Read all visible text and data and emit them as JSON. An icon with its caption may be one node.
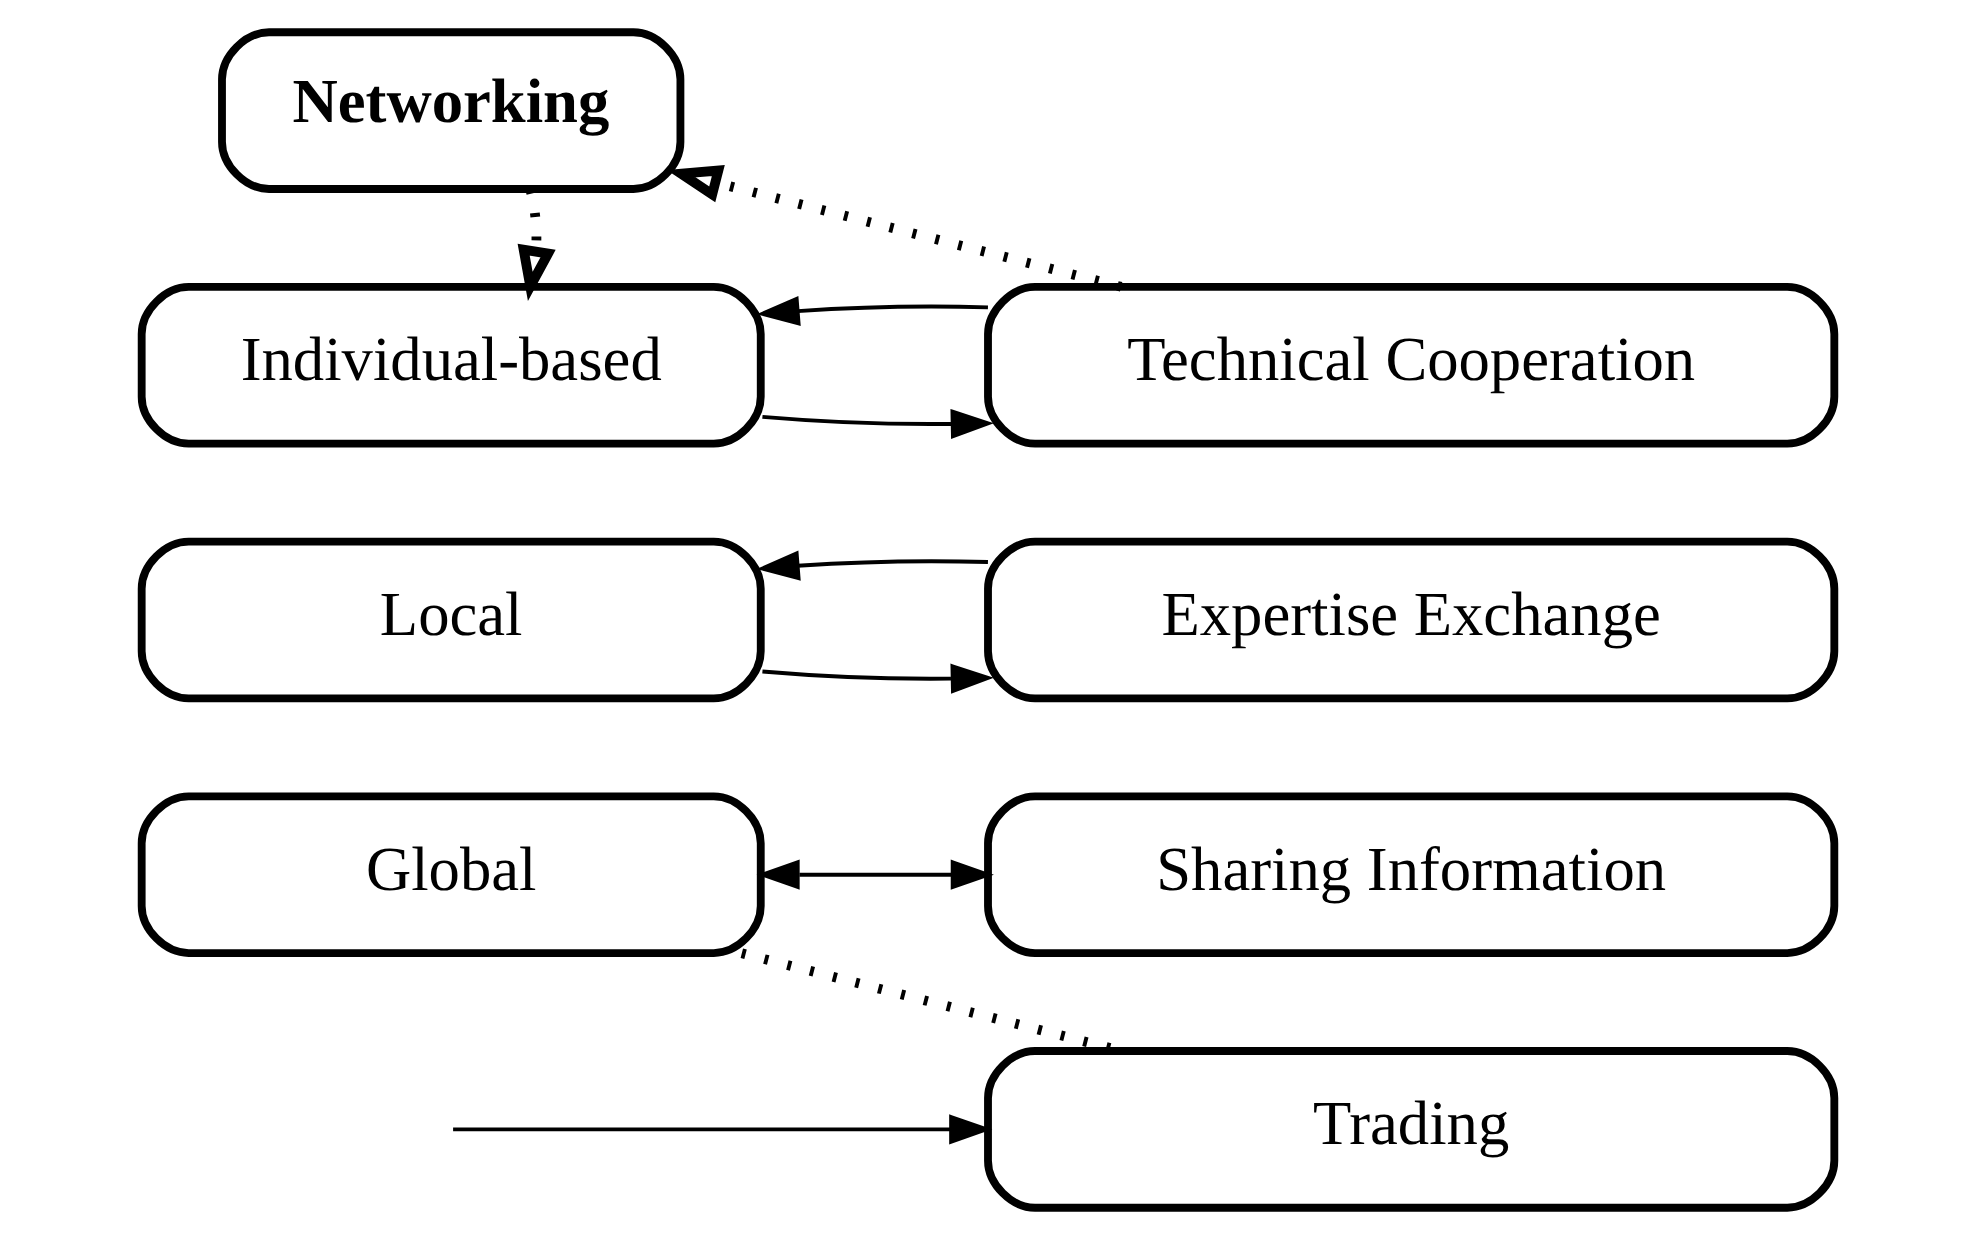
{
  "diagram": {
    "nodes": [
      {
        "text": [
          "Networking"
        ]
      },
      {
        "text": [
          "Individual-based"
        ]
      },
      {
        "text": [
          "Technical Cooperation"
        ]
      },
      {
        "text": [
          "Local"
        ]
      },
      {
        "text": [
          "Expertise Exchange"
        ]
      },
      {
        "text": [
          "Global"
        ]
      },
      {
        "text": [
          "Sharing Information"
        ]
      },
      {
        "text": [
          "Trading"
        ]
      }
    ],
    "edges": [
      {
        "from": 0,
        "to": 1,
        "arrow": "to",
        "style": "dashed"
      },
      {
        "from": 2,
        "to": 0,
        "arrow": "to",
        "style": "dashed"
      },
      {
        "from": 1,
        "to": 2,
        "arrow": "to"
      },
      {
        "from": 2,
        "to": 1,
        "arrow": "to"
      },
      {
        "from": 3,
        "to": 4,
        "arrow": "to"
      },
      {
        "from": 4,
        "to": 3,
        "arrow": "to"
      },
      {
        "from": 5,
        "to": 6,
        "arrow": "both"
      },
      {
        "from": null,
        "to": 7,
        "arrow": "to"
      },
      {
        "from": 5,
        "to": 7,
        "arrow": "none",
        "style": "dashed"
      }
    ]
  }
}
